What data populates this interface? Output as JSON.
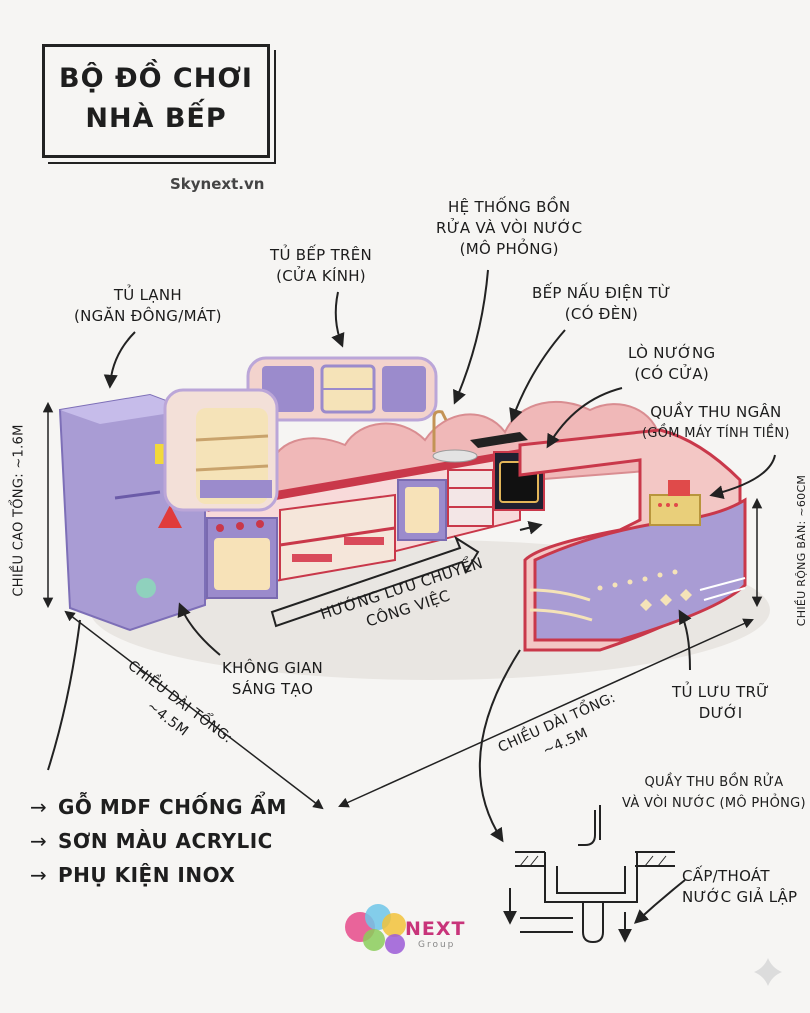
{
  "title": {
    "line1": "BỘ ĐỒ CHƠI",
    "line2": "NHÀ BẾP"
  },
  "brand": "Skynext.vn",
  "labels": {
    "fridge": [
      "TỦ LẠNH",
      "(NGĂN ĐÔNG/MÁT)"
    ],
    "upper_cabinet": [
      "TỦ BẾP TRÊN",
      "(CỬA KÍNH)"
    ],
    "sink": [
      "HỆ THỐNG BỒN",
      "RỬA VÀ VÒI NƯỚC",
      "(MÔ PHỎNG)"
    ],
    "stove": [
      "BẾP NẤU ĐIỆN TỪ",
      "(CÓ ĐÈN)"
    ],
    "oven": [
      "LÒ NƯỚNG",
      "(CÓ CỬA)"
    ],
    "cashier": [
      "QUẦY THU NGÂN",
      "(GỒM MÁY TÍNH TIỀN)"
    ],
    "total_height": "CHIỀU CAO TỔNG: ~1.6M",
    "counter_width": "CHIỀU RỘNG BÀN: ~60CM",
    "workflow": [
      "HƯỚNG LƯU CHUYỂN",
      "CÔNG VIỆC"
    ],
    "creative_space": [
      "KHÔNG GIAN",
      "SÁNG TẠO"
    ],
    "lower_storage": [
      "TỦ LƯU TRỮ",
      "DƯỚI"
    ],
    "length_left": [
      "CHIỀU DÀI TỔNG:",
      "~4.5M"
    ],
    "length_right": [
      "CHIỀU DÀI TỔNG:",
      "~4.5M"
    ],
    "sink_counter": [
      "QUẦY THU BỒN RỬA",
      "VÀ VÒI NƯỚC (MÔ PHỎNG)"
    ],
    "water": [
      "CẤP/THOÁT",
      "NƯỚC GIẢ LẬP"
    ]
  },
  "materials": [
    {
      "arrow": "→",
      "text": "GỖ MDF CHỐNG ẨM"
    },
    {
      "arrow": "→",
      "text": "SƠN MÀU ACRYLIC"
    },
    {
      "arrow": "→",
      "text": "PHỤ KIỆN INOX"
    }
  ],
  "logo": {
    "main": "NEXT",
    "sub": "Group"
  },
  "colors": {
    "lavender": "#a99cd4",
    "pink": "#f2c6c4",
    "red": "#c9384a",
    "cream": "#f5e3b8"
  }
}
